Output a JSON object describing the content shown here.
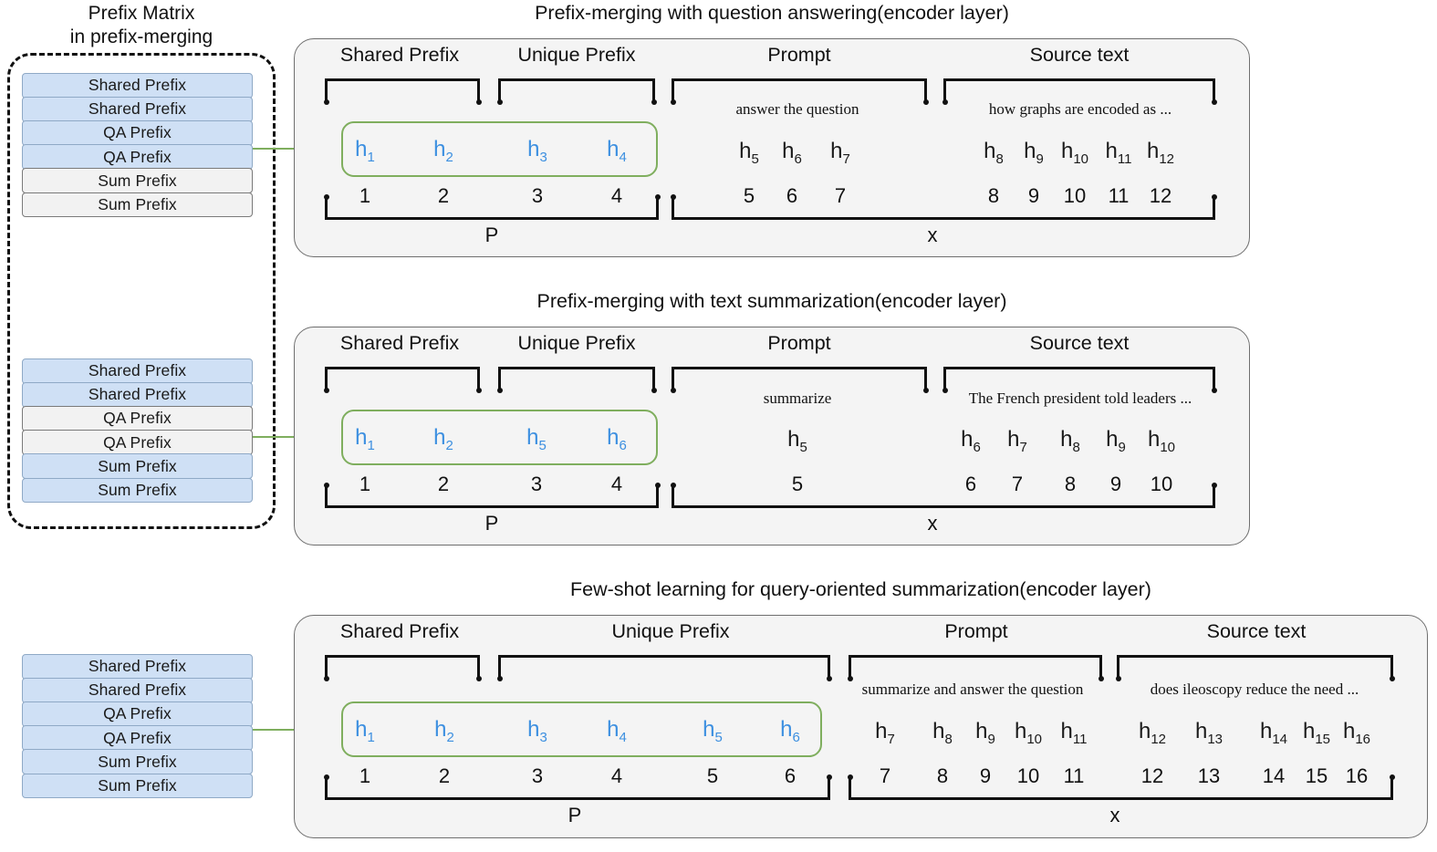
{
  "figure": {
    "left_column_title_line1": "Prefix Matrix",
    "left_column_title_line2": "in prefix-merging",
    "colors": {
      "accent_green": "#7fae5e",
      "token_blue": "#3c8fe0",
      "row_blue": "#cfe0f5",
      "row_grey": "#f2f2f2",
      "panel_bg": "#f4f4f4"
    }
  },
  "prefix_matrices": [
    {
      "id": "qa-matrix",
      "dashed_group": true,
      "rows": [
        {
          "label": "Shared Prefix",
          "active": true
        },
        {
          "label": "Shared Prefix",
          "active": true
        },
        {
          "label": "QA Prefix",
          "active": true
        },
        {
          "label": "QA Prefix",
          "active": true
        },
        {
          "label": "Sum Prefix",
          "active": false
        },
        {
          "label": "Sum Prefix",
          "active": false
        }
      ]
    },
    {
      "id": "sum-matrix",
      "dashed_group": true,
      "rows": [
        {
          "label": "Shared Prefix",
          "active": true
        },
        {
          "label": "Shared Prefix",
          "active": true
        },
        {
          "label": "QA Prefix",
          "active": false
        },
        {
          "label": "QA Prefix",
          "active": false
        },
        {
          "label": "Sum Prefix",
          "active": true
        },
        {
          "label": "Sum Prefix",
          "active": true
        }
      ]
    },
    {
      "id": "fewshot-matrix",
      "dashed_group": false,
      "rows": [
        {
          "label": "Shared Prefix",
          "active": true
        },
        {
          "label": "Shared Prefix",
          "active": true
        },
        {
          "label": "QA Prefix",
          "active": true
        },
        {
          "label": "QA Prefix",
          "active": true
        },
        {
          "label": "Sum Prefix",
          "active": true
        },
        {
          "label": "Sum Prefix",
          "active": true
        }
      ]
    }
  ],
  "panels": [
    {
      "id": "qa",
      "title": "Prefix-merging with question answering(encoder layer)",
      "segments": {
        "shared_prefix": "Shared Prefix",
        "unique_prefix": "Unique Prefix",
        "prompt": "Prompt",
        "source_text": "Source text"
      },
      "prompt_text": "answer the question",
      "source_text": "how graphs are encoded as ...",
      "prefix_tokens": [
        "h1",
        "h2",
        "h3",
        "h4"
      ],
      "prefix_subs": [
        "1",
        "2",
        "3",
        "4"
      ],
      "prompt_tokens": [
        "h5",
        "h6",
        "h7"
      ],
      "prompt_subs": [
        "5",
        "6",
        "7"
      ],
      "source_tokens": [
        "h8",
        "h9",
        "h10",
        "h11",
        "h12"
      ],
      "source_subs": [
        "8",
        "9",
        "10",
        "11",
        "12"
      ],
      "prefix_numbers": [
        "1",
        "2",
        "3",
        "4"
      ],
      "prompt_numbers": [
        "5",
        "6",
        "7"
      ],
      "source_numbers": [
        "8",
        "9",
        "10",
        "11",
        "12"
      ],
      "p_label": "P",
      "x_label": "x"
    },
    {
      "id": "sum",
      "title": "Prefix-merging with text summarization(encoder layer)",
      "segments": {
        "shared_prefix": "Shared Prefix",
        "unique_prefix": "Unique Prefix",
        "prompt": "Prompt",
        "source_text": "Source text"
      },
      "prompt_text": "summarize",
      "source_text": "The French president told leaders ...",
      "prefix_tokens": [
        "h1",
        "h2",
        "h5",
        "h6"
      ],
      "prefix_subs": [
        "1",
        "2",
        "5",
        "6"
      ],
      "prompt_tokens": [
        "h5"
      ],
      "prompt_subs": [
        "5"
      ],
      "source_tokens": [
        "h6",
        "h7",
        "h8",
        "h9",
        "h10"
      ],
      "source_subs": [
        "6",
        "7",
        "8",
        "9",
        "10"
      ],
      "prefix_numbers": [
        "1",
        "2",
        "3",
        "4"
      ],
      "prompt_numbers": [
        "5"
      ],
      "source_numbers": [
        "6",
        "7",
        "8",
        "9",
        "10"
      ],
      "p_label": "P",
      "x_label": "x"
    },
    {
      "id": "fewshot",
      "title": "Few-shot learning for query-oriented summarization(encoder layer)",
      "segments": {
        "shared_prefix": "Shared Prefix",
        "unique_prefix": "Unique Prefix",
        "prompt": "Prompt",
        "source_text": "Source text"
      },
      "prompt_text": "summarize and answer the question",
      "source_text": "does ileoscopy reduce the need ...",
      "prefix_tokens": [
        "h1",
        "h2",
        "h3",
        "h4",
        "h5",
        "h6"
      ],
      "prefix_subs": [
        "1",
        "2",
        "3",
        "4",
        "5",
        "6"
      ],
      "prompt_tokens": [
        "h7",
        "h8",
        "h9",
        "h10",
        "h11"
      ],
      "prompt_subs": [
        "7",
        "8",
        "9",
        "10",
        "11"
      ],
      "source_tokens": [
        "h12",
        "h13",
        "h14",
        "h15",
        "h16"
      ],
      "source_subs": [
        "12",
        "13",
        "14",
        "15",
        "16"
      ],
      "prefix_numbers": [
        "1",
        "2",
        "3",
        "4",
        "5",
        "6"
      ],
      "prompt_numbers": [
        "7",
        "8",
        "9",
        "10",
        "11"
      ],
      "source_numbers": [
        "12",
        "13",
        "14",
        "15",
        "16"
      ],
      "p_label": "P",
      "x_label": "x"
    }
  ]
}
